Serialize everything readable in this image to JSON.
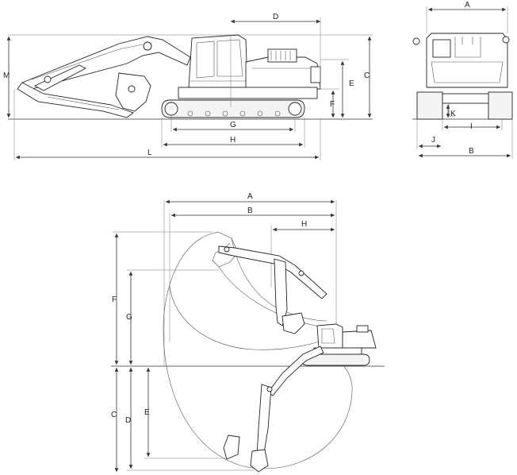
{
  "side_view": {
    "labels": {
      "D": "D",
      "M": "M",
      "E": "E",
      "C": "C",
      "F": "F",
      "G": "G",
      "H": "H",
      "L": "L"
    }
  },
  "front_view": {
    "labels": {
      "A": "A",
      "K": "K",
      "J": "J",
      "I": "I",
      "B": "B"
    }
  },
  "working_range": {
    "labels": {
      "A": "A",
      "B": "B",
      "H": "H",
      "F": "F",
      "G": "G",
      "C": "C",
      "D": "D",
      "E": "E"
    }
  }
}
